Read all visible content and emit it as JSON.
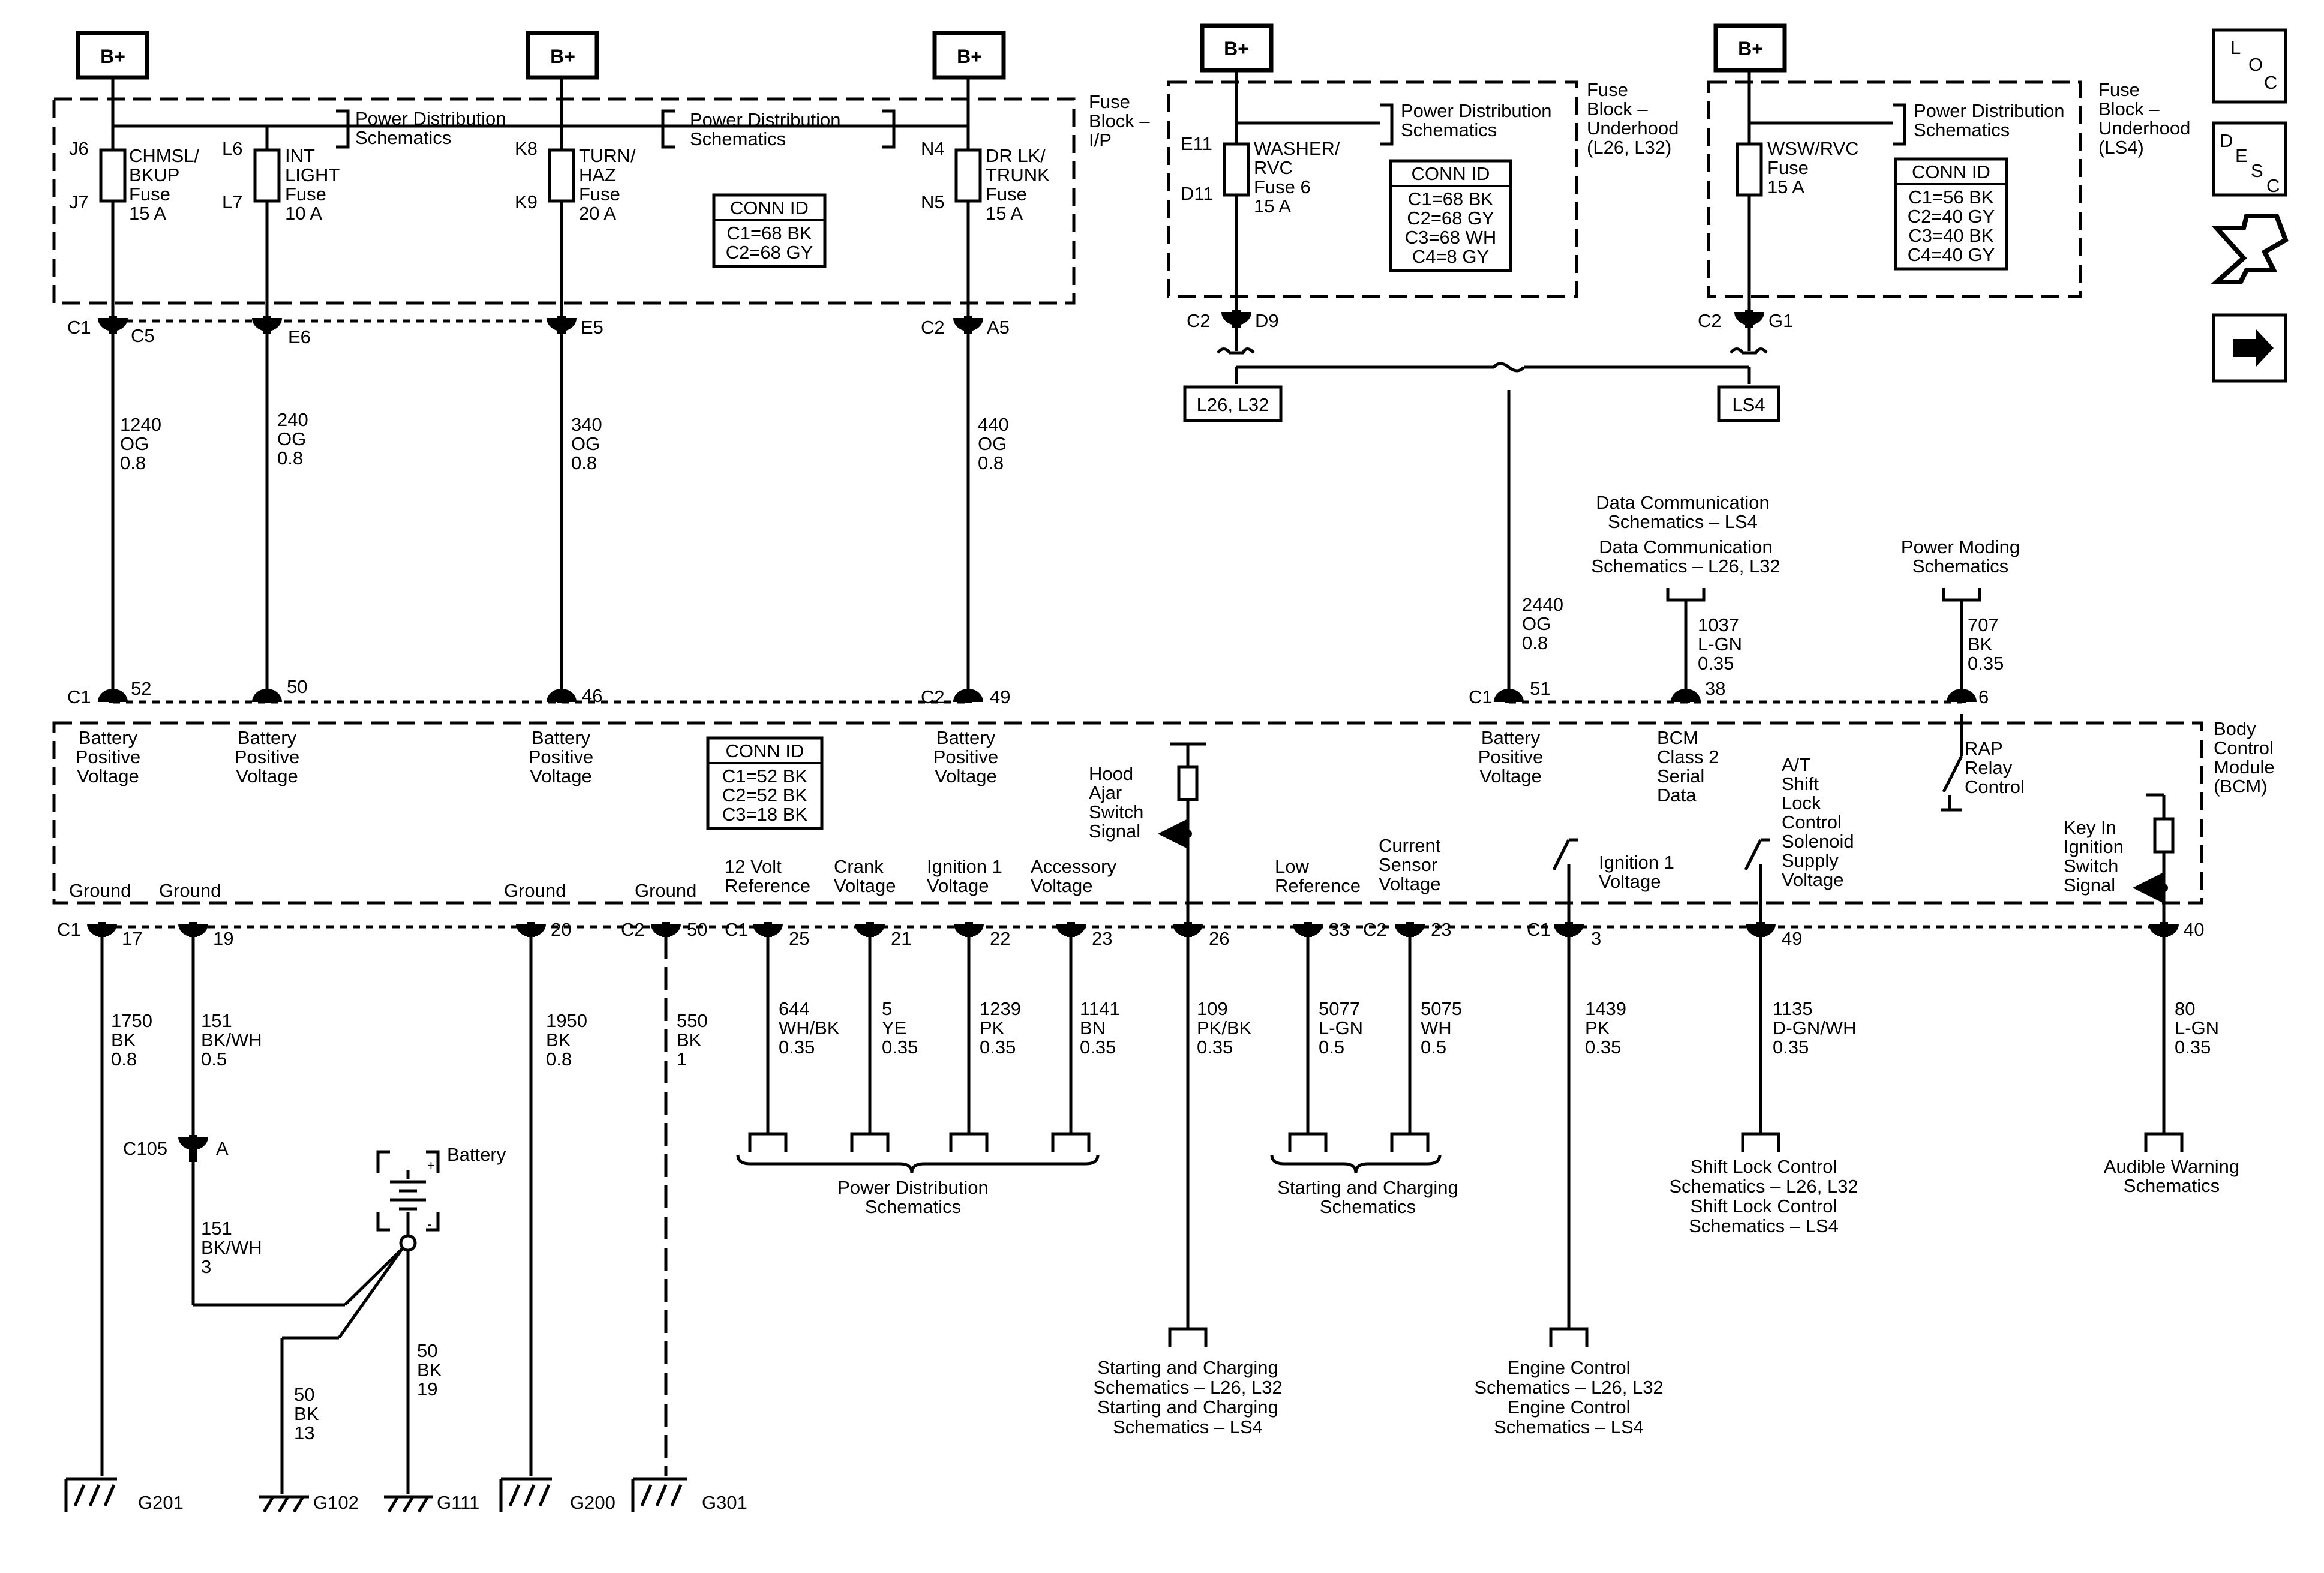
{
  "bplus": "B+",
  "fuses": {
    "chmsl": {
      "pin_top": "J6",
      "pin_bot": "J7",
      "label": [
        "CHMSL/",
        "BKUP",
        "Fuse",
        "15 A"
      ]
    },
    "intl": {
      "pin_top": "L6",
      "pin_bot": "L7",
      "label": [
        "INT",
        "LIGHT",
        "Fuse",
        "10 A"
      ]
    },
    "turn": {
      "pin_top": "K8",
      "pin_bot": "K9",
      "label": [
        "TURN/",
        "HAZ",
        "Fuse",
        "20 A"
      ]
    },
    "drlk": {
      "pin_top": "N4",
      "pin_bot": "N5",
      "label": [
        "DR LK/",
        "TRUNK",
        "Fuse",
        "15 A"
      ]
    },
    "washer": {
      "pin_top": "E11",
      "pin_bot": "D11",
      "label": [
        "WASHER/",
        "RVC",
        "Fuse 6",
        "15 A"
      ]
    },
    "wsw": {
      "label": [
        "WSW/RVC",
        "Fuse",
        "15 A"
      ]
    }
  },
  "power_dist": [
    "Power Distribution",
    "Schematics"
  ],
  "fuse_block_ip": [
    "Fuse",
    "Block –",
    "I/P"
  ],
  "fuse_block_uh1": [
    "Fuse",
    "Block –",
    "Underhood",
    "(L26, L32)"
  ],
  "fuse_block_uh2": [
    "Fuse",
    "Block –",
    "Underhood",
    "(LS4)"
  ],
  "bcm_title": [
    "Body",
    "Control",
    "Module",
    "(BCM)"
  ],
  "conn_id": {
    "title": "CONN ID",
    "ip": [
      "C1=68 BK",
      "C2=68 GY"
    ],
    "uh1": [
      "C1=68 BK",
      "C2=68 GY",
      "C3=68 WH",
      "C4=8 GY"
    ],
    "uh2": [
      "C1=56 BK",
      "C2=40 GY",
      "C3=40 BK",
      "C4=40 GY"
    ],
    "bcm": [
      "C1=52 BK",
      "C2=52 BK",
      "C3=18 BK"
    ]
  },
  "top_conn": {
    "c1": "C1",
    "c5": "C5",
    "e6": "E6",
    "e5": "E5",
    "c2": "C2",
    "a5": "A5",
    "d9": "D9",
    "g1": "G1"
  },
  "variants": {
    "left": "L26, L32",
    "right": "LS4"
  },
  "wires_top": {
    "w1240": [
      "1240",
      "OG",
      "0.8"
    ],
    "w240": [
      "240",
      "OG",
      "0.8"
    ],
    "w340": [
      "340",
      "OG",
      "0.8"
    ],
    "w440": [
      "440",
      "OG",
      "0.8"
    ],
    "w2440": [
      "2440",
      "OG",
      "0.8"
    ],
    "w1037": [
      "1037",
      "L-GN",
      "0.35"
    ],
    "w707": [
      "707",
      "BK",
      "0.35"
    ]
  },
  "bcm_top_pins": {
    "p52": "52",
    "p50": "50",
    "p46": "46",
    "p49": "49",
    "p51": "51",
    "p38": "38",
    "p6": "6"
  },
  "bcm_top_labels": {
    "bpv": [
      "Battery",
      "Positive",
      "Voltage"
    ],
    "class2": [
      "BCM",
      "Class 2",
      "Serial",
      "Data"
    ],
    "rap": [
      "RAP",
      "Relay",
      "Control"
    ],
    "hood": [
      "Hood",
      "Ajar",
      "Switch",
      "Signal"
    ],
    "keyin": [
      "Key In",
      "Ignition",
      "Switch",
      "Signal"
    ]
  },
  "data_comm": {
    "ls4": [
      "Data Communication",
      "Schematics – LS4"
    ],
    "l26": [
      "Data Communication",
      "Schematics – L26, L32"
    ]
  },
  "power_moding": [
    "Power Moding",
    "Schematics"
  ],
  "bcm_bottom_labels": {
    "ground": "Ground",
    "ref12": [
      "12 Volt",
      "Reference"
    ],
    "crank": [
      "Crank",
      "Voltage"
    ],
    "ign1": [
      "Ignition 1",
      "Voltage"
    ],
    "acc": [
      "Accessory",
      "Voltage"
    ],
    "lowref": [
      "Low",
      "Reference"
    ],
    "cursens": [
      "Current",
      "Sensor",
      "Voltage"
    ],
    "ign1b": [
      "Ignition 1",
      "Voltage"
    ],
    "atshift": [
      "A/T",
      "Shift",
      "Lock",
      "Control",
      "Solenoid",
      "Supply",
      "Voltage"
    ]
  },
  "bcm_bottom_pins": {
    "p17": "17",
    "p19": "19",
    "p20": "20",
    "p50": "50",
    "p25": "25",
    "p21": "21",
    "p22": "22",
    "p23": "23",
    "p26": "26",
    "p33": "33",
    "p23b": "23",
    "p3": "3",
    "p49": "49",
    "p40": "40"
  },
  "wires_bottom": {
    "w1750": [
      "1750",
      "BK",
      "0.8"
    ],
    "w151a": [
      "151",
      "BK/WH",
      "0.5"
    ],
    "w1950": [
      "1950",
      "BK",
      "0.8"
    ],
    "w550": [
      "550",
      "BK",
      "1"
    ],
    "w644": [
      "644",
      "WH/BK",
      "0.35"
    ],
    "w5": [
      "5",
      "YE",
      "0.35"
    ],
    "w1239": [
      "1239",
      "PK",
      "0.35"
    ],
    "w1141": [
      "1141",
      "BN",
      "0.35"
    ],
    "w109": [
      "109",
      "PK/BK",
      "0.35"
    ],
    "w5077": [
      "5077",
      "L-GN",
      "0.5"
    ],
    "w5075": [
      "5075",
      "WH",
      "0.5"
    ],
    "w1439": [
      "1439",
      "PK",
      "0.35"
    ],
    "w1135": [
      "1135",
      "D-GN/WH",
      "0.35"
    ],
    "w80": [
      "80",
      "L-GN",
      "0.35"
    ],
    "w151b": [
      "151",
      "BK/WH",
      "3"
    ],
    "w50a": [
      "50",
      "BK",
      "13"
    ],
    "w50b": [
      "50",
      "BK",
      "19"
    ]
  },
  "c105": {
    "name": "C105",
    "pin": "A"
  },
  "battery": "Battery",
  "grounds": {
    "g201": "G201",
    "g102": "G102",
    "g111": "G111",
    "g200": "G200",
    "g301": "G301"
  },
  "dest": {
    "pds": [
      "Power Distribution",
      "Schematics"
    ],
    "scs": [
      "Starting and Charging",
      "Schematics"
    ],
    "shift": [
      "Shift Lock Control",
      "Schematics – L26, L32",
      "Shift Lock Control",
      "Schematics – LS4"
    ],
    "audible": [
      "Audible Warning",
      "Schematics"
    ],
    "starting": [
      "Starting and Charging",
      "Schematics – L26, L32",
      "Starting and Charging",
      "Schematics – LS4"
    ],
    "engine": [
      "Engine Control",
      "Schematics – L26, L32",
      "Engine Control",
      "Schematics – LS4"
    ]
  },
  "nav": {
    "loc": [
      "L",
      "O",
      "C"
    ],
    "desc": [
      "D",
      "E",
      "S",
      "C"
    ]
  }
}
